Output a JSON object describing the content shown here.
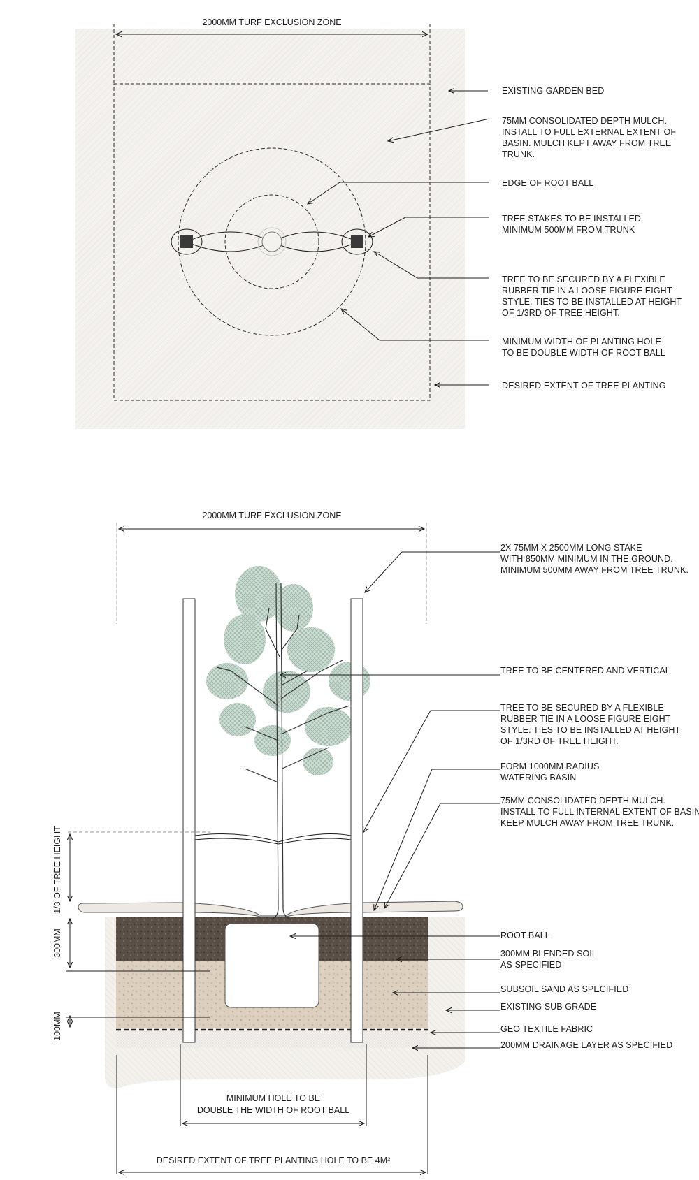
{
  "plan": {
    "dimension": "2000MM TURF EXCLUSION ZONE",
    "labels": [
      [
        "EXISTING GARDEN BED"
      ],
      [
        "75MM CONSOLIDATED DEPTH MULCH.",
        "INSTALL TO FULL EXTERNAL EXTENT OF",
        "BASIN. MULCH KEPT AWAY FROM TREE",
        "TRUNK."
      ],
      [
        "EDGE OF ROOT BALL"
      ],
      [
        "TREE STAKES TO BE INSTALLED",
        "MINIMUM 500MM FROM TRUNK"
      ],
      [
        "TREE TO BE SECURED BY A FLEXIBLE",
        "RUBBER TIE IN A LOOSE FIGURE EIGHT",
        "STYLE. TIES TO BE INSTALLED AT HEIGHT",
        "OF 1/3RD OF TREE HEIGHT."
      ],
      [
        "MINIMUM WIDTH OF PLANTING HOLE",
        "TO BE DOUBLE WIDTH OF ROOT BALL"
      ],
      [
        "DESIRED EXTENT OF TREE PLANTING"
      ]
    ]
  },
  "section": {
    "dimension_top": "2000MM TURF EXCLUSION ZONE",
    "labels": [
      [
        "2X 75MM X 2500MM LONG STAKE",
        "WITH 850MM MINIMUM IN THE GROUND.",
        "MINIMUM 500MM AWAY FROM TREE TRUNK."
      ],
      [
        "TREE TO BE CENTERED AND VERTICAL"
      ],
      [
        "TREE TO BE SECURED BY A FLEXIBLE",
        "RUBBER TIE IN A LOOSE FIGURE EIGHT",
        "STYLE. TIES TO BE INSTALLED AT HEIGHT",
        "OF 1/3RD OF TREE HEIGHT."
      ],
      [
        "FORM 1000MM RADIUS",
        "WATERING BASIN"
      ],
      [
        "75MM CONSOLIDATED DEPTH MULCH.",
        "INSTALL TO FULL INTERNAL EXTENT OF BASIN.",
        "KEEP MULCH AWAY FROM TREE TRUNK."
      ],
      [
        "ROOT BALL"
      ],
      [
        "300MM BLENDED SOIL",
        "AS SPECIFIED"
      ],
      [
        "SUBSOIL SAND AS SPECIFIED"
      ],
      [
        "EXISTING SUB GRADE"
      ],
      [
        "GEO TEXTILE FABRIC"
      ],
      [
        "200MM DRAINAGE LAYER AS SPECIFIED"
      ]
    ],
    "side_dims": [
      "1/3 OF TREE HEIGHT",
      "300MM",
      "100MM"
    ],
    "bottom_dim_1": [
      "MINIMUM HOLE TO BE",
      "DOUBLE THE WIDTH OF ROOT BALL"
    ],
    "bottom_dim_2": "DESIRED EXTENT OF TREE PLANTING HOLE TO BE 4M²"
  }
}
